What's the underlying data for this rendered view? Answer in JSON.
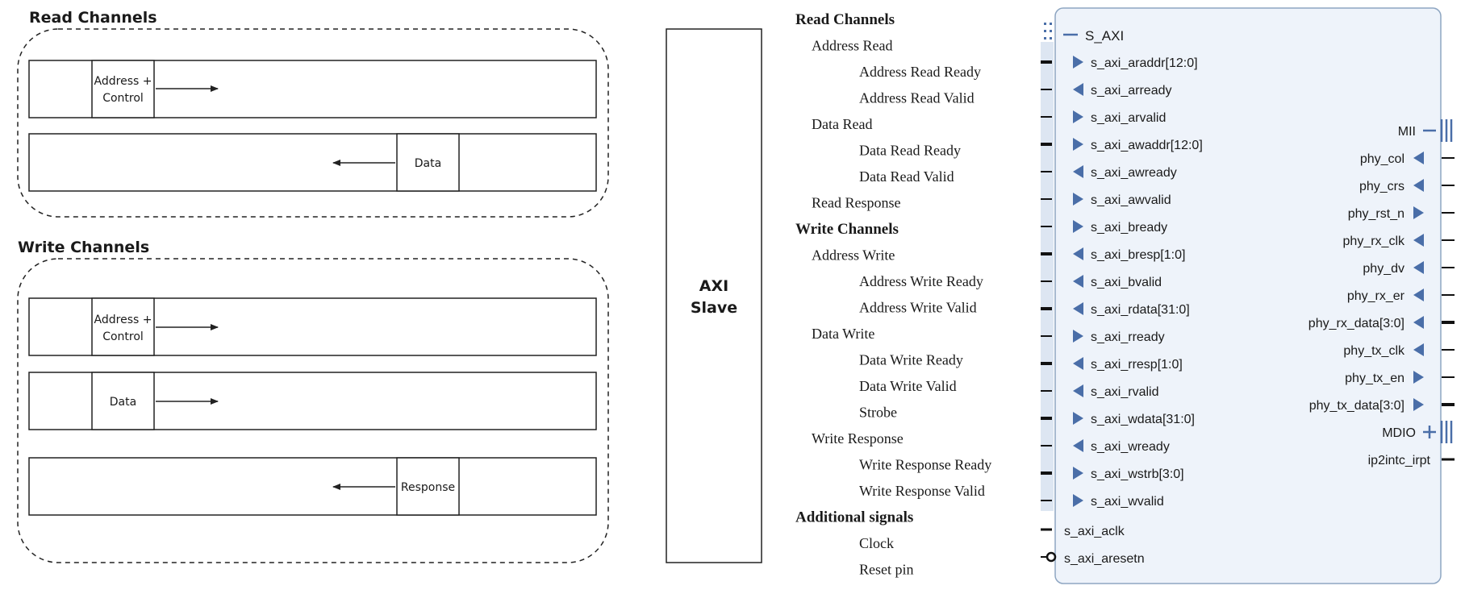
{
  "colors": {
    "block_fill": "#eef3fa",
    "block_border": "#8ea6c2",
    "port_arrow": "#4a6ea8",
    "text": "#1a1a1a"
  },
  "left": {
    "read_title": "Read Channels",
    "write_title": "Write Channels",
    "read_addr_label_1": "Address +",
    "read_addr_label_2": "Control",
    "read_data_label": "Data",
    "write_addr_label_1": "Address +",
    "write_addr_label_2": "Control",
    "write_data_label": "Data",
    "write_resp_label": "Response"
  },
  "slave": {
    "line1": "AXI",
    "line2": "Slave"
  },
  "tree": [
    {
      "text": "Read Channels",
      "level": 0
    },
    {
      "text": "Address Read",
      "level": 1
    },
    {
      "text": "Address Read Ready",
      "level": 2
    },
    {
      "text": "Address Read Valid",
      "level": 2
    },
    {
      "text": "Data Read",
      "level": 1
    },
    {
      "text": "Data Read Ready",
      "level": 2
    },
    {
      "text": "Data Read Valid",
      "level": 2
    },
    {
      "text": "Read Response",
      "level": 1
    },
    {
      "text": "Write Channels",
      "level": 0
    },
    {
      "text": "Address Write",
      "level": 1
    },
    {
      "text": "Address Write Ready",
      "level": 2
    },
    {
      "text": "Address Write Valid",
      "level": 2
    },
    {
      "text": "Data Write",
      "level": 1
    },
    {
      "text": "Data Write Ready",
      "level": 2
    },
    {
      "text": "Data Write Valid",
      "level": 2
    },
    {
      "text": "Strobe",
      "level": 2
    },
    {
      "text": "Write Response",
      "level": 1
    },
    {
      "text": "Write Response Ready",
      "level": 2
    },
    {
      "text": "Write Response Valid",
      "level": 2
    },
    {
      "text": "Additional signals",
      "level": 0
    },
    {
      "text": "Clock",
      "level": 2
    },
    {
      "text": "Reset pin",
      "level": 2
    }
  ],
  "ip": {
    "bus_name": "S_AXI",
    "left_ports": [
      {
        "name": "s_axi_araddr[12:0]",
        "dir": "in",
        "bus": true
      },
      {
        "name": "s_axi_arready",
        "dir": "out",
        "bus": false
      },
      {
        "name": "s_axi_arvalid",
        "dir": "in",
        "bus": false
      },
      {
        "name": "s_axi_awaddr[12:0]",
        "dir": "in",
        "bus": true
      },
      {
        "name": "s_axi_awready",
        "dir": "out",
        "bus": false
      },
      {
        "name": "s_axi_awvalid",
        "dir": "in",
        "bus": false
      },
      {
        "name": "s_axi_bready",
        "dir": "in",
        "bus": false
      },
      {
        "name": "s_axi_bresp[1:0]",
        "dir": "out",
        "bus": true
      },
      {
        "name": "s_axi_bvalid",
        "dir": "out",
        "bus": false
      },
      {
        "name": "s_axi_rdata[31:0]",
        "dir": "out",
        "bus": true
      },
      {
        "name": "s_axi_rready",
        "dir": "in",
        "bus": false
      },
      {
        "name": "s_axi_rresp[1:0]",
        "dir": "out",
        "bus": true
      },
      {
        "name": "s_axi_rvalid",
        "dir": "out",
        "bus": false
      },
      {
        "name": "s_axi_wdata[31:0]",
        "dir": "in",
        "bus": true
      },
      {
        "name": "s_axi_wready",
        "dir": "out",
        "bus": false
      },
      {
        "name": "s_axi_wstrb[3:0]",
        "dir": "in",
        "bus": true
      },
      {
        "name": "s_axi_wvalid",
        "dir": "in",
        "bus": false
      }
    ],
    "clk": "s_axi_aclk",
    "rst": "s_axi_aresetn",
    "right_ports": [
      {
        "name": "MII",
        "kind": "busif-minus"
      },
      {
        "name": "phy_col",
        "kind": "in"
      },
      {
        "name": "phy_crs",
        "kind": "in"
      },
      {
        "name": "phy_rst_n",
        "kind": "out"
      },
      {
        "name": "phy_rx_clk",
        "kind": "in"
      },
      {
        "name": "phy_dv",
        "kind": "in"
      },
      {
        "name": "phy_rx_er",
        "kind": "in"
      },
      {
        "name": "phy_rx_data[3:0]",
        "kind": "in-bus"
      },
      {
        "name": "phy_tx_clk",
        "kind": "in"
      },
      {
        "name": "phy_tx_en",
        "kind": "out"
      },
      {
        "name": "phy_tx_data[3:0]",
        "kind": "out-bus"
      },
      {
        "name": "MDIO",
        "kind": "busif-plus"
      },
      {
        "name": "ip2intc_irpt",
        "kind": "plain"
      }
    ]
  }
}
